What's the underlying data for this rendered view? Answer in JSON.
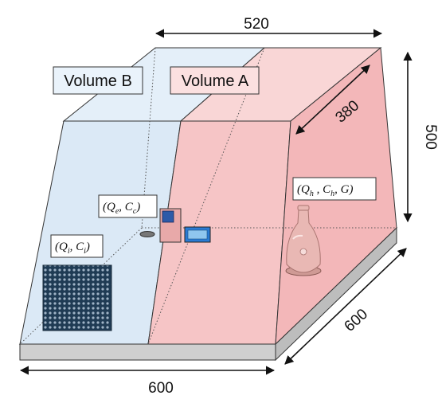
{
  "diagram": {
    "dimensions": {
      "top_width": "520",
      "depth_top": "380",
      "height": "500",
      "depth_base": "600",
      "width_base": "600"
    },
    "volumes": {
      "b": "Volume B",
      "a": "Volume A"
    },
    "labels": {
      "interior": {
        "q": "Q",
        "q_sub": "i",
        "c": "C",
        "c_sub": "i"
      },
      "exchange": {
        "q": "Q",
        "q_sub": "e",
        "c": "C",
        "c_sub": "c"
      },
      "source": {
        "q": "Q",
        "q_sub": "h",
        "c": "C",
        "c_sub": "h",
        "g": "G"
      }
    },
    "colors": {
      "volume_b": "#dbe9f6",
      "volume_a": "#f6c5c6",
      "base": "#cfcfcf",
      "vase": "#e9b8b4"
    },
    "icons": [
      "floor-grille-icon",
      "door-icon",
      "monitor-icon",
      "vent-icon",
      "vase-icon"
    ]
  }
}
